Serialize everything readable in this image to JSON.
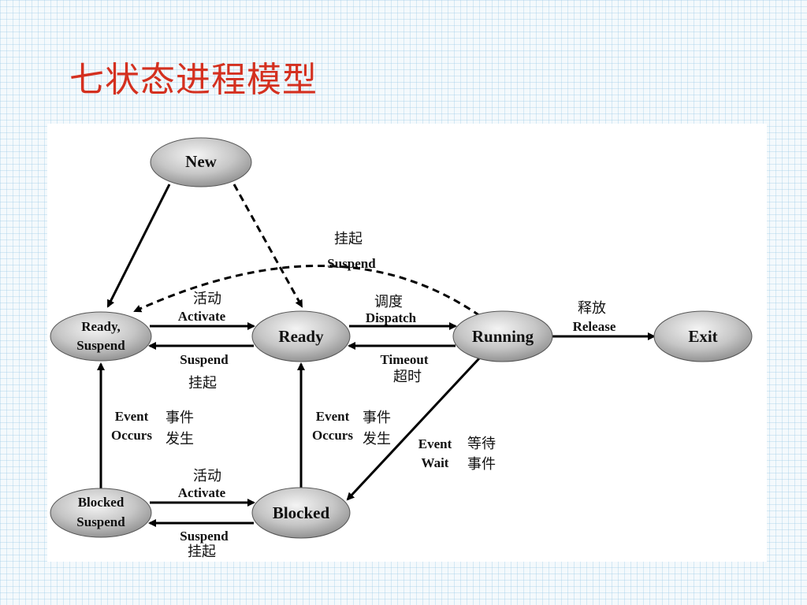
{
  "slide": {
    "title": "七状态进程模型"
  },
  "states": {
    "new": "New",
    "ready_suspend_line1": "Ready,",
    "ready_suspend_line2": "Suspend",
    "ready": "Ready",
    "running": "Running",
    "exit": "Exit",
    "blocked_suspend_line1": "Blocked",
    "blocked_suspend_line2": "Suspend",
    "blocked": "Blocked"
  },
  "transitions": {
    "suspend_running_to_ready_suspend": {
      "zh": "挂起",
      "en": "Suspend"
    },
    "activate_ready_suspend_to_ready": {
      "zh": "活动",
      "en": "Activate"
    },
    "suspend_ready_to_ready_suspend": {
      "en": "Suspend",
      "zh": "挂起"
    },
    "dispatch": {
      "zh": "调度",
      "en": "Dispatch"
    },
    "timeout": {
      "en": "Timeout",
      "zh": "超时"
    },
    "release": {
      "zh": "释放",
      "en": "Release"
    },
    "event_occurs_left": {
      "en_line1": "Event",
      "en_line2": "Occurs",
      "zh_line1": "事件",
      "zh_line2": "发生"
    },
    "event_occurs_middle": {
      "en_line1": "Event",
      "en_line2": "Occurs",
      "zh_line1": "事件",
      "zh_line2": "发生"
    },
    "event_wait": {
      "en_line1": "Event",
      "en_line2": "Wait",
      "zh_line1": "等待",
      "zh_line2": "事件"
    },
    "activate_blocked_suspend_to_blocked": {
      "zh": "活动",
      "en": "Activate"
    },
    "suspend_blocked_to_blocked_suspend": {
      "en": "Suspend",
      "zh": "挂起"
    }
  }
}
